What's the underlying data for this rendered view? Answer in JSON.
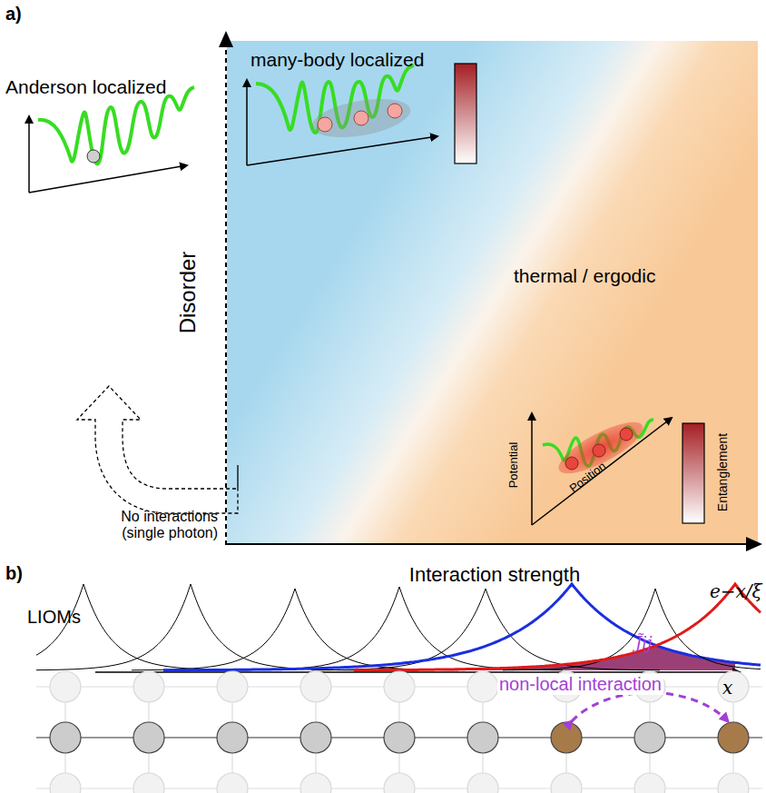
{
  "diagram": {
    "labels": [
      "a)",
      "Anderson localized",
      "many-body localized",
      "Disorder",
      "No interactions (single photon)",
      "thermal / ergodic",
      "Potential",
      "Position",
      "Entanglement",
      "Interaction strength",
      "b)",
      "LIOMs",
      "e−x/ξ",
      "J̃ij",
      "x",
      "non-local interaction"
    ]
  }
}
